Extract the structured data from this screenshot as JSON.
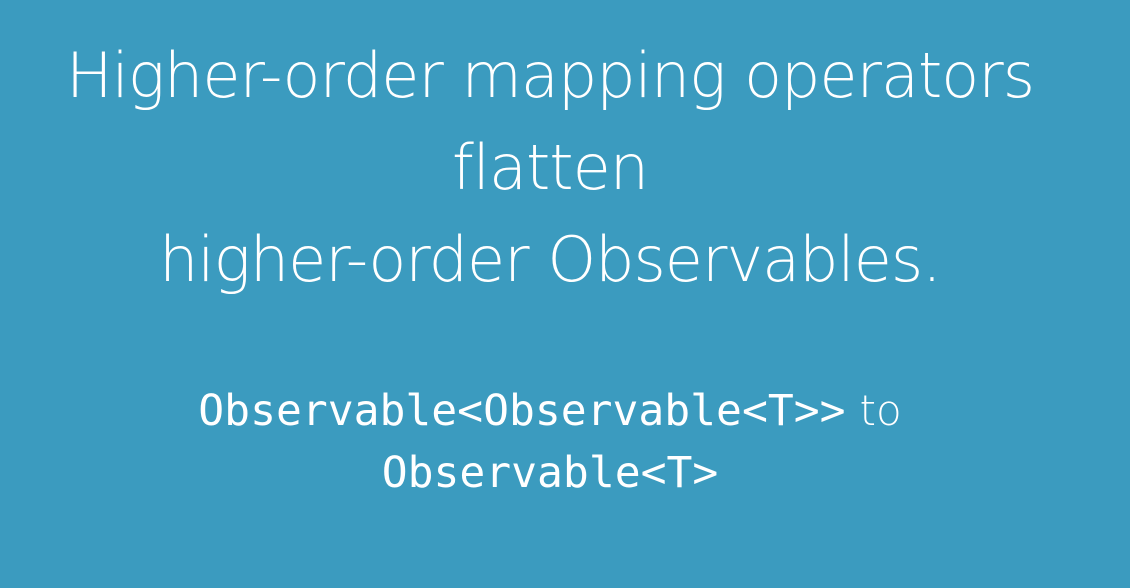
{
  "slide": {
    "background_color": "#3b9bbf",
    "text_color": "#ffffff",
    "headline": {
      "line1": "Higher-order mapping operators",
      "line2": "flatten",
      "line3": "higher-order Observables."
    },
    "conversion": {
      "from_type": "Observable<Observable<T>>",
      "connector": "to",
      "to_type": "Observable<T>"
    }
  }
}
